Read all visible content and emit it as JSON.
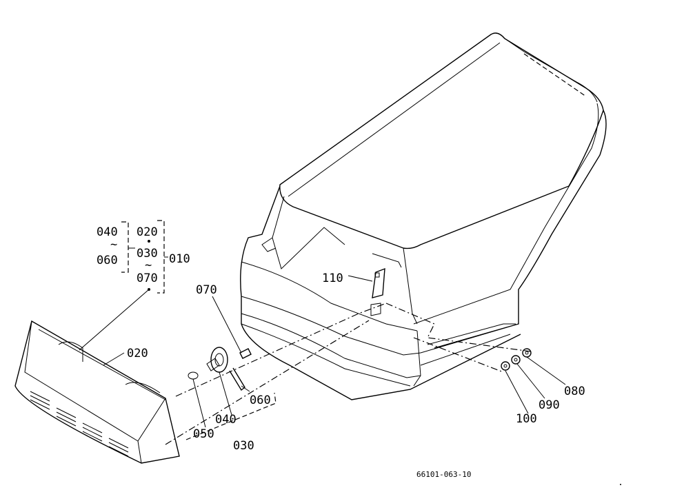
{
  "diagram": {
    "callouts": {
      "c040a": "040",
      "c060a": "060",
      "c020a": "020",
      "c030a": "030",
      "c010": "010",
      "c070a": "070",
      "c070b": "070",
      "c020b": "020",
      "c110": "110",
      "c060b": "060",
      "c040b": "040",
      "c050": "050",
      "c030b": "030",
      "c080": "080",
      "c090": "090",
      "c100": "100"
    },
    "range_marks": {
      "tilde1": "~",
      "tilde2": "~"
    },
    "drawing_number": "66101-063-10",
    "line_color": "#000000",
    "background": "#ffffff"
  }
}
